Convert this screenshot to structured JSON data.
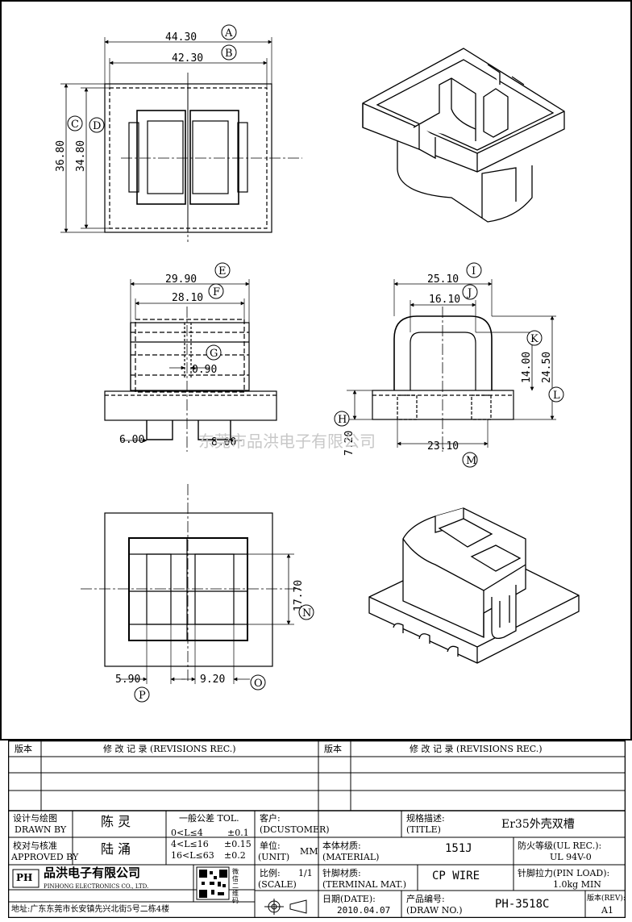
{
  "dimensions": {
    "top_view": {
      "A": {
        "letter": "A",
        "value": "44.30"
      },
      "B": {
        "letter": "B",
        "value": "42.30"
      },
      "C": {
        "letter": "C",
        "value": "36.80"
      },
      "D": {
        "letter": "D",
        "value": "34.80"
      }
    },
    "front_view": {
      "E": {
        "letter": "E",
        "value": "29.90"
      },
      "F": {
        "letter": "F",
        "value": "28.10"
      },
      "G": {
        "letter": "G",
        "value": "0.90"
      },
      "H": {
        "letter": "H",
        "value": "7.20"
      },
      "slot_left": "6.00",
      "slot_right": "8.00"
    },
    "side_view": {
      "I": {
        "letter": "I",
        "value": "25.10"
      },
      "J": {
        "letter": "J",
        "value": "16.10"
      },
      "K": {
        "letter": "K",
        "value": "14.00"
      },
      "L": {
        "letter": "L",
        "value": "24.50"
      },
      "M": {
        "letter": "M",
        "value": "23.10"
      }
    },
    "bottom_view": {
      "N": {
        "letter": "N",
        "value": "17.70"
      },
      "O": {
        "letter": "O",
        "value": "9.20"
      },
      "P": {
        "letter": "P",
        "value": "5.90"
      }
    }
  },
  "watermark": "东莞市品洪电子有限公司",
  "title_block": {
    "revisions": {
      "col_version": "版本",
      "col_record": "修 改 记 录 (REVISIONS REC.)"
    },
    "designer": {
      "label_cn": "设计与绘图",
      "label_en": "DRAWN BY",
      "name": "陈 灵"
    },
    "approver": {
      "label_cn": "校对与核准",
      "label_en": "APPROVED BY",
      "name": "陆 涌"
    },
    "tolerance": {
      "title": "一般公差 TOL.",
      "rows": [
        {
          "range": "0<L≤4",
          "value": "±0.1"
        },
        {
          "range": "4<L≤16",
          "value": "±0.15"
        },
        {
          "range": "16<L≤63",
          "value": "±0.2"
        }
      ]
    },
    "customer": {
      "label_cn": "客户:",
      "label_en": "(DCUSTOMER)",
      "value": ""
    },
    "spec": {
      "label_cn": "规格描述:",
      "label_en": "(TITLE)",
      "value": "Er35外壳双槽"
    },
    "unit": {
      "label_cn": "单位:",
      "label_en": "(UNIT)",
      "value": "MM"
    },
    "material": {
      "label_cn": "本体材质:",
      "label_en": "(MATERIAL)",
      "value": "151J"
    },
    "fire": {
      "label": "防火等级(UL REC.):",
      "value": "UL 94V-0"
    },
    "scale": {
      "label_cn": "比例:",
      "label_en": "(SCALE)",
      "value": "1/1"
    },
    "terminal": {
      "label_cn": "针脚材质:",
      "label_en": "(TERMINAL MAT.)",
      "value": "CP WIRE"
    },
    "pin_load": {
      "label": "针脚拉力(PIN LOAD):",
      "value": "1.0kg MIN"
    },
    "date": {
      "label_cn": "日期(DATE):",
      "value": "2010.04.07"
    },
    "draw_no": {
      "label_cn": "产品编号:",
      "label_en": "(DRAW NO.)",
      "value": "PH-3518C"
    },
    "rev": {
      "label": "版本(REV):",
      "value": "A1"
    },
    "company": {
      "logo": "PH",
      "name_cn": "品洪电子有限公司",
      "name_en": "PINHONG ELECTRONICS CO., LTD.",
      "address": "地址:广东东莞市长安镇先兴北街5号二栋4楼",
      "qr_caption": "微信二维码"
    }
  }
}
